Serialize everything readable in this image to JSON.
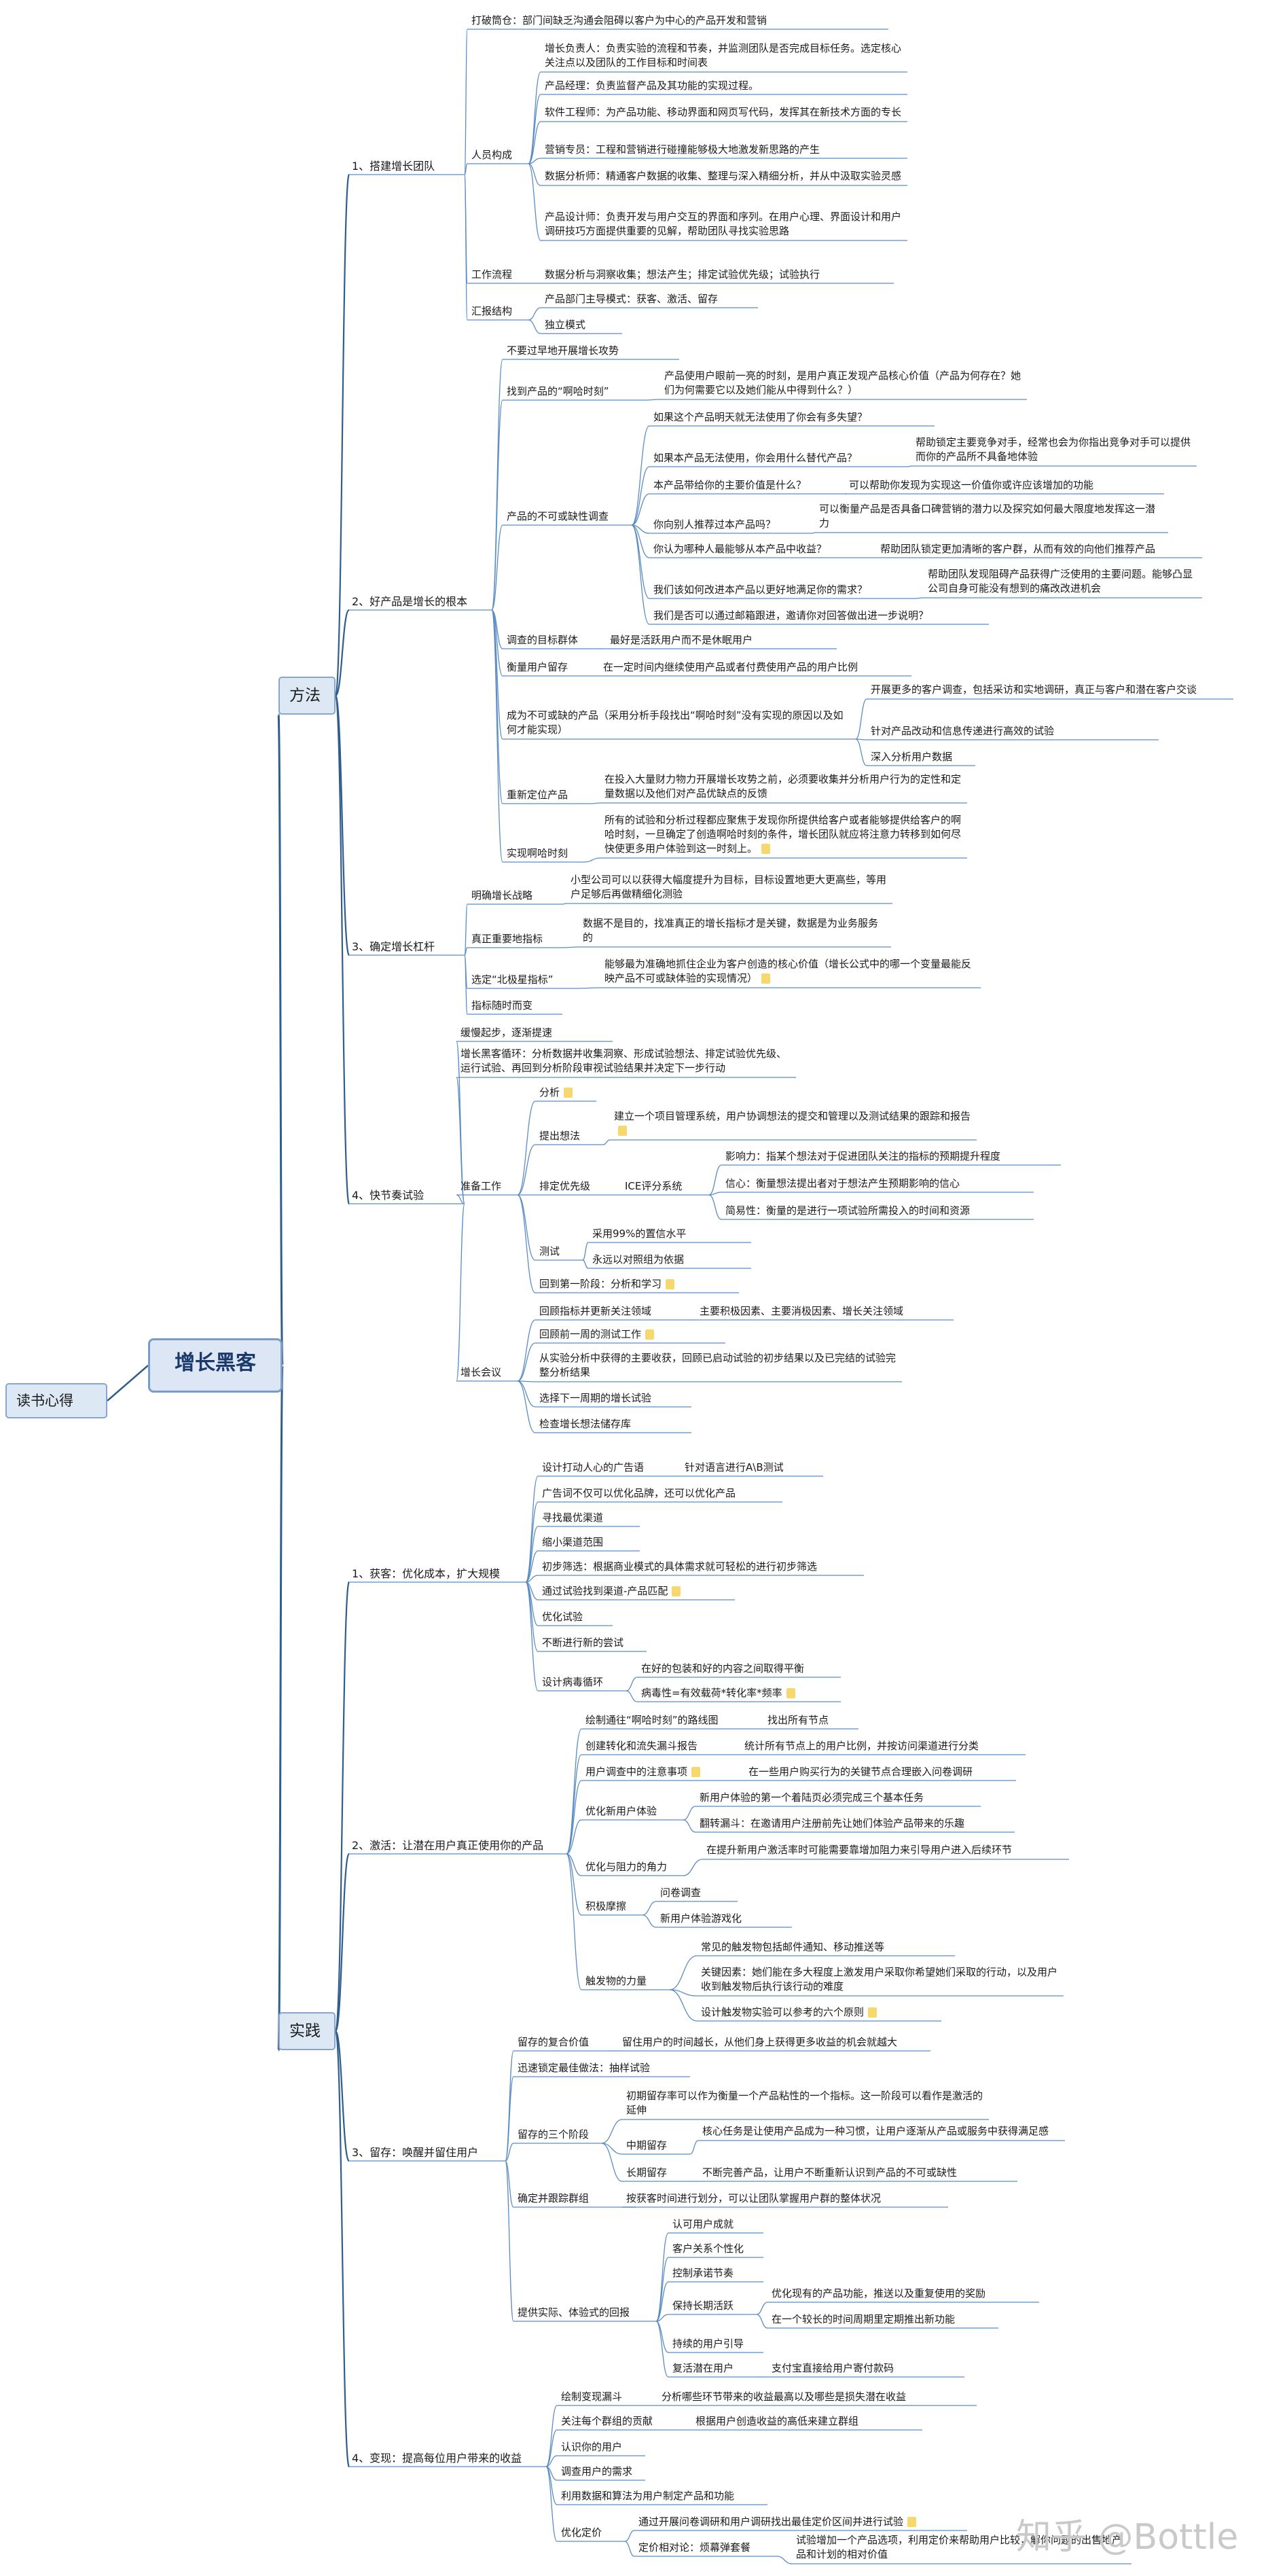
{
  "root": "增长黑客",
  "side": "读书心得",
  "watermark": "知乎 @Bottle",
  "method": "方法",
  "practice": "实践",
  "ms1": "1、搭建增长团队",
  "ms2": "2、好产品是增长的根本",
  "ms3": "3、确定增长杠杆",
  "ms4": "4、快节奏试验",
  "ps1": "1、获客：优化成本，扩大规模",
  "ps2": "2、激活：让潜在用户真正使用你的产品",
  "ps3": "3、留存：唤醒并留住用户",
  "ps4": "4、变现：提高每位用户带来的收益",
  "a": {
    "dapo": "打破筒仓：部门间缺乏沟通会阻碍以客户为中心的产品开发和营销",
    "renyuan": "人员构成",
    "r1": "增长负责人：负责实验的流程和节奏，并监测团队是否完成目标任务。选定核心关注点以及团队的工作目标和时间表",
    "r2": "产品经理：负责监督产品及其功能的实现过程。",
    "r3": "软件工程师：为产品功能、移动界面和网页写代码，发挥其在新技术方面的专长",
    "r4": "营销专员：工程和营销进行碰撞能够极大地激发新思路的产生",
    "r5": "数据分析师：精通客户数据的收集、整理与深入精细分析，并从中汲取实验灵感",
    "r6": "产品设计师：负责开发与用户交互的界面和序列。在用户心理、界面设计和用户调研技巧方面提供重要的见解，帮助团队寻找实验思路",
    "liucheng": "工作流程",
    "liucheng_v": "数据分析与洞察收集；想法产生；排定试验优先级；试验执行",
    "huibao": "汇报结构",
    "hb1": "产品部门主导模式：获客、激活、留存",
    "hb2": "独立模式"
  },
  "b": {
    "bu": "不要过早地开展增长攻势",
    "zhao": "找到产品的“啊哈时刻”",
    "zhao_v": "产品使用户眼前一亮的时刻，是用户真正发现产品核心价值（产品为何存在？她们为何需要它以及她们能从中得到什么？）",
    "diaocha": "产品的不可或缺性调查",
    "q1": "如果这个产品明天就无法使用了你会有多失望？",
    "q2": "如果本产品无法使用，你会用什么替代产品？",
    "q2v": "帮助锁定主要竞争对手，经常也会为你指出竞争对手可以提供而你的产品所不具备地体验",
    "q3": "本产品带给你的主要价值是什么？",
    "q3v": "可以帮助你发现为实现这一价值你或许应该增加的功能",
    "q4": "你向别人推荐过本产品吗？",
    "q4v": "可以衡量产品是否具备口碑营销的潜力以及探究如何最大限度地发挥这一潜力",
    "q5": "你认为哪种人最能够从本产品中收益？",
    "q5v": "帮助团队锁定更加清晰的客户群，从而有效的向他们推荐产品",
    "q6": "我们该如何改进本产品以更好地满足你的需求？",
    "q6v": "帮助团队发现阻碍产品获得广泛使用的主要问题。能够凸显公司自身可能没有想到的痛改改进机会",
    "q7": "我们是否可以通过邮箱跟进，邀请你对回答做出进一步说明？",
    "mubiao": "调查的目标群体",
    "mubiao_v": "最好是活跃用户而不是休眠用户",
    "liucun": "衡量用户留存",
    "liucun_v": "在一定时间内继续使用产品或者付费使用产品的用户比例",
    "chengwei": "成为不可或缺的产品（采用分析手段找出“啊哈时刻”没有实现的原因以及如何才能实现）",
    "cw1": "开展更多的客户调查，包括采访和实地调研，真正与客户和潜在客户交谈",
    "cw2": "针对产品改动和信息传递进行高效的试验",
    "cw3": "深入分析用户数据",
    "dingwei": "重新定位产品",
    "dingwei_v": "在投入大量财力物力开展增长攻势之前，必须要收集并分析用户行为的定性和定量数据以及他们对产品优缺点的反馈",
    "aha": "实现啊哈时刻",
    "aha_v": "所有的试验和分析过程都应聚焦于发现你所提供给客户或者能够提供给客户的啊哈时刻，一旦确定了创造啊哈时刻的条件，增长团队就应将注意力转移到如何尽快使更多用户体验到这一时刻上。"
  },
  "c": {
    "zhanlue": "明确增长战略",
    "zhanlue_v": "小型公司可以以获得大幅度提升为目标，目标设置地更大更高些，等用户足够后再做精细化测验",
    "zhibiao": "真正重要地指标",
    "zhibiao_v": "数据不是目的，找准真正的增长指标才是关键，数据是为业务服务的",
    "beiji": "选定“北极星指标”",
    "beiji_v": "能够最为准确地抓住企业为客户创造的核心价值（增长公式中的哪一个变量最能反映产品不可或缺体验的实现情况）",
    "suishi": "指标随时而变"
  },
  "d": {
    "huanman": "缓慢起步，逐渐提速",
    "xunhuan": "增长黑客循环：分析数据并收集洞察、形成试验想法、排定试验优先级、运行试验、再回到分析阶段审视试验结果并决定下一步行动",
    "zhunbei": "准备工作",
    "fenxi": "分析",
    "tichu": "提出想法",
    "tichu_v": "建立一个项目管理系统，用户协调想法的提交和管理以及测试结果的跟踪和报告",
    "paiding": "排定优先级",
    "ice": "ICE评分系统",
    "ice1": "影响力：指某个想法对于促进团队关注的指标的预期提升程度",
    "ice2": "信心：衡量想法提出者对于想法产生预期影响的信心",
    "ice3": "简易性：衡量的是进行一项试验所需投入的时间和资源",
    "ceshi": "测试",
    "cs1": "采用99%的置信水平",
    "cs2": "永远以对照组为依据",
    "huidao": "回到第一阶段：分析和学习",
    "huiyi": "增长会议",
    "hy1": "回顾指标并更新关注领域",
    "hy1v": "主要积极因素、主要消极因素、增长关注领域",
    "hy2": "回顾前一周的测试工作",
    "hy3": "从实验分析中获得的主要收获，回顾已启动试验的初步结果以及已完结的试验完整分析结果",
    "hy4": "选择下一周期的增长试验",
    "hy5": "检查增长想法储存库"
  },
  "e": {
    "e1": "设计打动人心的广告语",
    "e1v": "针对语言进行A\\B测试",
    "e2": "广告词不仅可以优化品牌，还可以优化产品",
    "e3": "寻找最优渠道",
    "e4": "缩小渠道范围",
    "e5": "初步筛选：根据商业模式的具体需求就可轻松的进行初步筛选",
    "e6": "通过试验找到渠道-产品匹配",
    "e7": "优化试验",
    "e8": "不断进行新的尝试",
    "e9": "设计病毒循环",
    "e9a": "在好的包装和好的内容之间取得平衡",
    "e9b": "病毒性=有效载荷*转化率*频率"
  },
  "f": {
    "f1": "绘制通往“啊哈时刻”的路线图",
    "f1v": "找出所有节点",
    "f2": "创建转化和流失漏斗报告",
    "f2v": "统计所有节点上的用户比例，并按访问渠道进行分类",
    "f3": "用户调查中的注意事项",
    "f3v": "在一些用户购买行为的关键节点合理嵌入问卷调研",
    "f4": "优化新用户体验",
    "f4a": "新用户体验的第一个着陆页必须完成三个基本任务",
    "f4b": "翻转漏斗：在邀请用户注册前先让她们体验产品带来的乐趣",
    "f5": "优化与阻力的角力",
    "f5v": "在提升新用户激活率时可能需要靠增加阻力来引导用户进入后续环节",
    "f6": "积极摩擦",
    "f6a": "问卷调查",
    "f6b": "新用户体验游戏化",
    "f7": "触发物的力量",
    "f7a": "常见的触发物包括邮件通知、移动推送等",
    "f7b": "关键因素：她们能在多大程度上激发用户采取你希望她们采取的行动，以及用户收到触发物后执行该行动的难度",
    "f7c": "设计触发物实验可以参考的六个原则"
  },
  "g": {
    "g1": "留存的复合价值",
    "g1v": "留住用户的时间越长，从他们身上获得更多收益的机会就越大",
    "g2": "迅速锁定最佳做法：抽样试验",
    "g3": "留存的三个阶段",
    "g3a": "初期留存率可以作为衡量一个产品粘性的一个指标。这一阶段可以看作是激活的延伸",
    "g3b": "中期留存",
    "g3bv": "核心任务是让使用产品成为一种习惯，让用户逐渐从产品或服务中获得满足感",
    "g3c": "长期留存",
    "g3cv": "不断完善产品，让用户不断重新认识到产品的不可或缺性",
    "g4": "确定并跟踪群组",
    "g4v": "按获客时间进行划分，可以让团队掌握用户群的整体状况",
    "g5": "提供实际、体验式的回报",
    "g5a": "认可用户成就",
    "g5b": "客户关系个性化",
    "g5c": "控制承诺节奏",
    "g5d": "保持长期活跃",
    "g5d1": "优化现有的产品功能，推送以及重复使用的奖励",
    "g5d2": "在一个较长的时间周期里定期推出新功能",
    "g5e": "持续的用户引导",
    "g5f": "复活潜在用户",
    "g5fv": "支付宝直接给用户寄付款码"
  },
  "h": {
    "h1": "绘制变现漏斗",
    "h1v": "分析哪些环节带来的收益最高以及哪些是损失潜在收益",
    "h2": "关注每个群组的贡献",
    "h2v": "根据用户创造收益的高低来建立群组",
    "h3": "认识你的用户",
    "h4": "调查用户的需求",
    "h5": "利用数据和算法为用户制定产品和功能",
    "h6": "优化定价",
    "h6a": "通过开展问卷调研和用户调研找出最佳定价区间并进行试验",
    "h6b": "定价相对论：烦幕弹套餐",
    "h6bv": "试验增加一个产品选项，利用定价来帮助用户比较，解你问题的出售地产品和计划的相对价值"
  }
}
